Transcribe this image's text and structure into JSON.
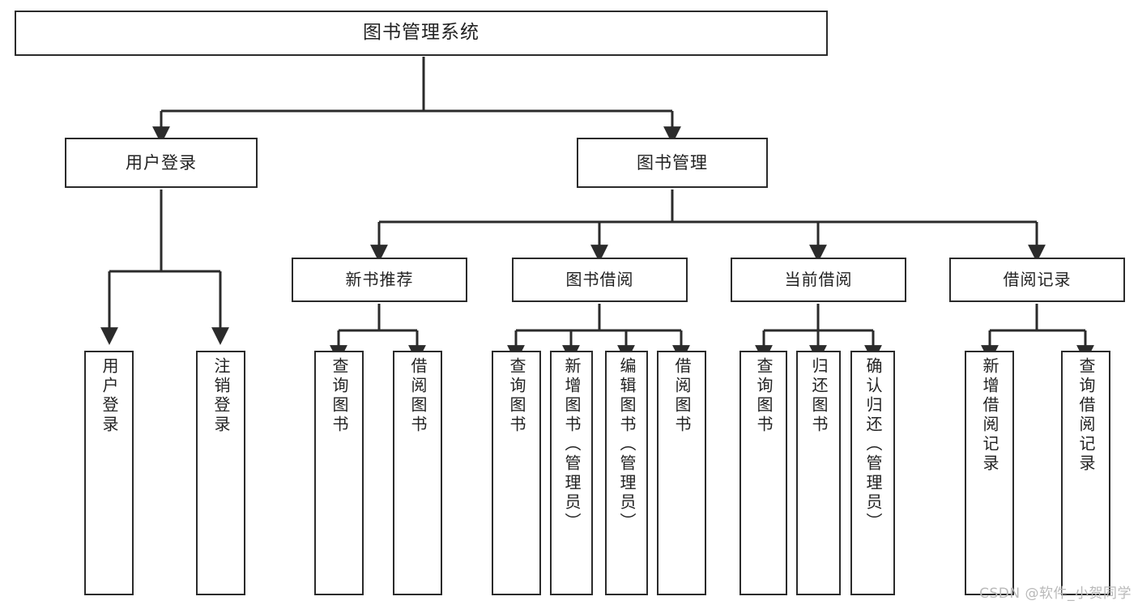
{
  "diagram": {
    "title": "图书管理系统",
    "type": "tree",
    "watermark": "CSDN @软件_小贺同学",
    "stroke_color": "#2b2b2b",
    "fill_color": "#ffffff",
    "text_color": "#222222",
    "watermark_color": "#b9b9b9"
  },
  "nodes": {
    "root": {
      "label": "图书管理系统"
    },
    "level1": [
      {
        "id": "user-login",
        "label": "用户登录"
      },
      {
        "id": "book-manage",
        "label": "图书管理"
      }
    ],
    "level2": [
      {
        "id": "new-book-recommend",
        "label": "新书推荐"
      },
      {
        "id": "book-borrow",
        "label": "图书借阅"
      },
      {
        "id": "current-borrow",
        "label": "当前借阅"
      },
      {
        "id": "borrow-record",
        "label": "借阅记录"
      }
    ],
    "leaves": {
      "user_login": [
        {
          "id": "leaf-user-login",
          "label": "用户登录"
        },
        {
          "id": "leaf-logout-login",
          "label": "注销登录"
        }
      ],
      "new_book_recommend": [
        {
          "id": "leaf-query-book-1",
          "label": "查询图书"
        },
        {
          "id": "leaf-borrow-book-1",
          "label": "借阅图书"
        }
      ],
      "book_borrow": [
        {
          "id": "leaf-query-book-2",
          "label": "查询图书"
        },
        {
          "id": "leaf-add-book-admin",
          "label": "新增图书（管理员）"
        },
        {
          "id": "leaf-edit-book-admin",
          "label": "编辑图书（管理员）"
        },
        {
          "id": "leaf-borrow-book-2",
          "label": "借阅图书"
        }
      ],
      "current_borrow": [
        {
          "id": "leaf-query-book-3",
          "label": "查询图书"
        },
        {
          "id": "leaf-return-book",
          "label": "归还图书"
        },
        {
          "id": "leaf-confirm-return-admin",
          "label": "确认归还（管理员）"
        }
      ],
      "borrow_record": [
        {
          "id": "leaf-add-borrow-record",
          "label": "新增借阅记录"
        },
        {
          "id": "leaf-query-borrow-record",
          "label": "查询借阅记录"
        }
      ]
    }
  }
}
